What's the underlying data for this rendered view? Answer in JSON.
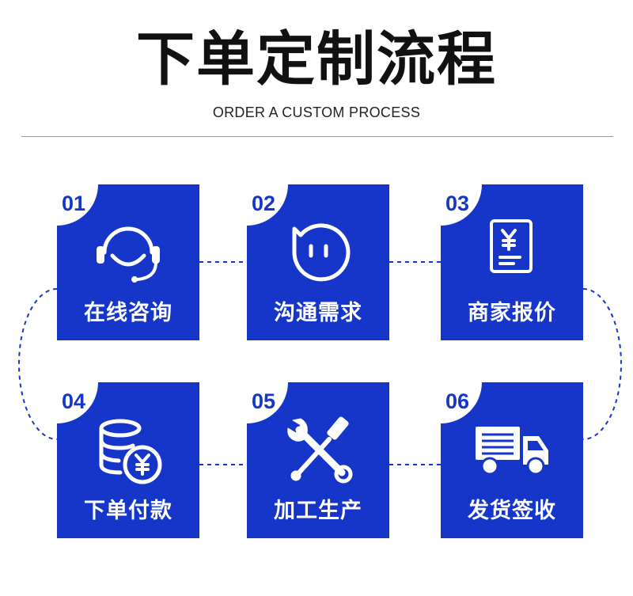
{
  "header": {
    "title": "下单定制流程",
    "subtitle": "ORDER A CUSTOM PROCESS"
  },
  "colors": {
    "accent": "#1536c8",
    "background": "#ffffff",
    "text": "#111111"
  },
  "steps": [
    {
      "number": "01",
      "label": "在线咨询",
      "icon": "headset-icon"
    },
    {
      "number": "02",
      "label": "沟通需求",
      "icon": "chat-face-icon"
    },
    {
      "number": "03",
      "label": "商家报价",
      "icon": "price-quote-icon"
    },
    {
      "number": "04",
      "label": "下单付款",
      "icon": "coins-payment-icon"
    },
    {
      "number": "05",
      "label": "加工生产",
      "icon": "tools-icon"
    },
    {
      "number": "06",
      "label": "发货签收",
      "icon": "delivery-truck-icon"
    }
  ]
}
